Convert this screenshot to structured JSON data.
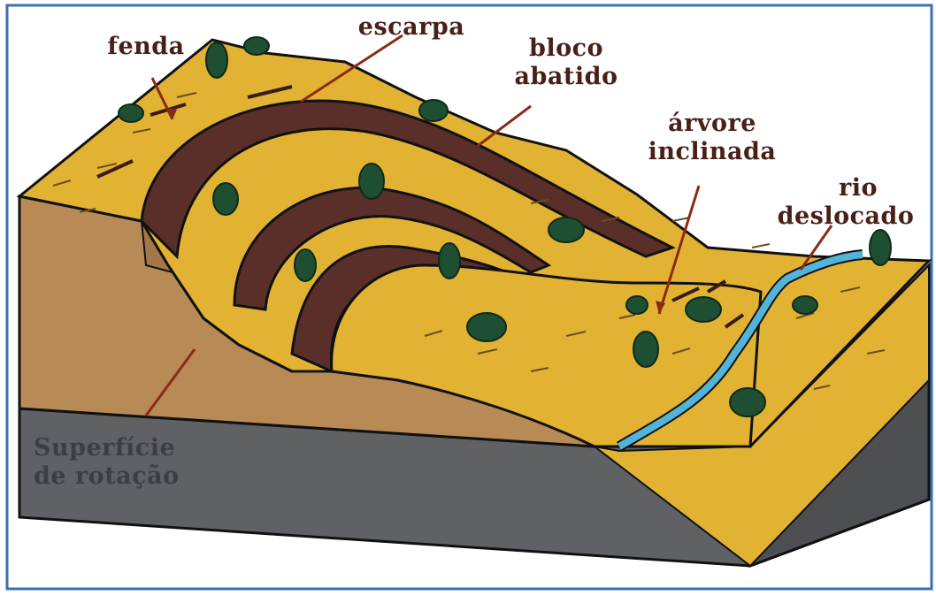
{
  "labels": {
    "fenda": "fenda",
    "escarpa": "escarpa",
    "bloco_line1": "bloco",
    "bloco_line2": "abatido",
    "arvore_line1": "árvore",
    "arvore_line2": "inclinada",
    "rio_line1": "rio",
    "rio_line2": "deslocado",
    "superficie_line1": "Superfície",
    "superficie_line2": "de rotação"
  },
  "colors": {
    "frame": "#3d6fb2",
    "top_surface": "#e2b233",
    "soil_front": "#b88a56",
    "dark_band": "#5a2f2a",
    "bedrock": "#5f6165",
    "river": "#52b4d8",
    "tree": "#1f4f32",
    "label_text": "#4a1f18",
    "arrow": "#8a2a14"
  }
}
